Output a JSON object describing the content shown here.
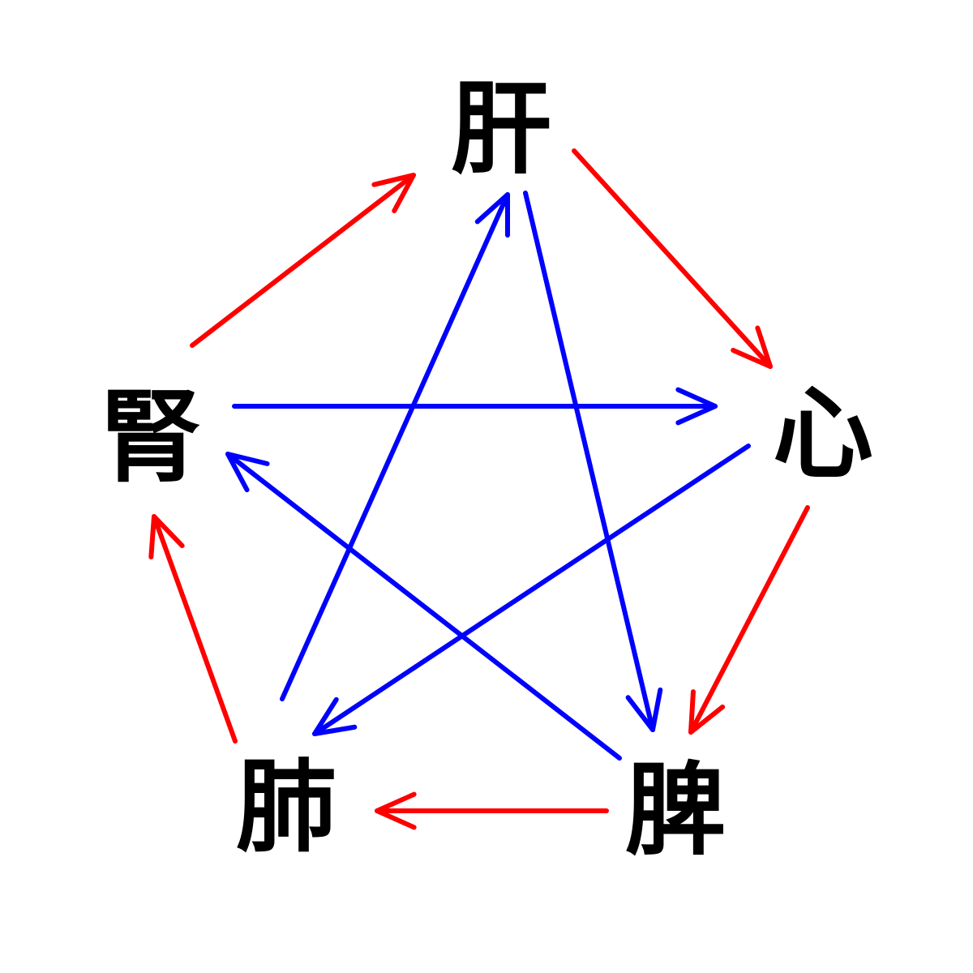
{
  "diagram": {
    "nodes": {
      "liver": "肝",
      "heart": "心",
      "spleen": "脾",
      "lung": "肺",
      "kidney": "腎"
    },
    "colors": {
      "background": "#ffffff",
      "text": "#000000",
      "generating_cycle": "#ff0000",
      "controlling_cycle": "#0000ff"
    },
    "generating_cycle": [
      {
        "from": "kidney",
        "to": "liver"
      },
      {
        "from": "liver",
        "to": "heart"
      },
      {
        "from": "heart",
        "to": "spleen"
      },
      {
        "from": "spleen",
        "to": "lung"
      },
      {
        "from": "lung",
        "to": "kidney"
      }
    ],
    "controlling_cycle": [
      {
        "from": "liver",
        "to": "spleen"
      },
      {
        "from": "spleen",
        "to": "kidney"
      },
      {
        "from": "kidney",
        "to": "heart"
      },
      {
        "from": "heart",
        "to": "lung"
      },
      {
        "from": "lung",
        "to": "liver"
      }
    ]
  }
}
